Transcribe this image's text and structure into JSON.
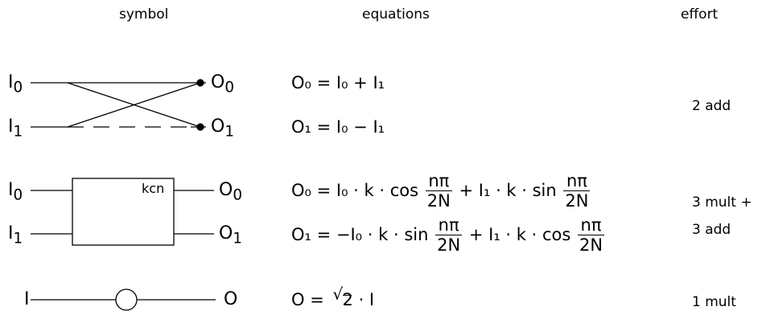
{
  "headers": {
    "symbol": "symbol",
    "equations": "equations",
    "effort": "effort"
  },
  "butterfly": {
    "in0": "I",
    "in0_sub": "0",
    "in1": "I",
    "in1_sub": "1",
    "out0": "O",
    "out0_sub": "0",
    "out1": "O",
    "out1_sub": "1",
    "eq0": "O₀ = I₀ + I₁",
    "eq1": "O₁ = I₀ − I₁",
    "effort": "2 add"
  },
  "rotator": {
    "in0": "I",
    "in0_sub": "0",
    "in1": "I",
    "in1_sub": "1",
    "out0": "O",
    "out0_sub": "0",
    "out1": "O",
    "out1_sub": "1",
    "box_label": "kcn",
    "eq0_a": "O₀ = I₀ · k · cos",
    "eq0_b": "+ I₁ · k · sin",
    "eq1_a": "O₁ = −I₀ · k · sin",
    "eq1_b": "+ I₁ · k · cos",
    "frac_num": "nπ",
    "frac_den": "2N",
    "effort_line1": "3 mult +",
    "effort_line2": "3 add"
  },
  "scaler": {
    "in": "I",
    "out": "O",
    "eq_lhs": "O =",
    "eq_root": "√",
    "eq_radicand": "2",
    "eq_rest": "· I",
    "effort": "1 mult"
  }
}
